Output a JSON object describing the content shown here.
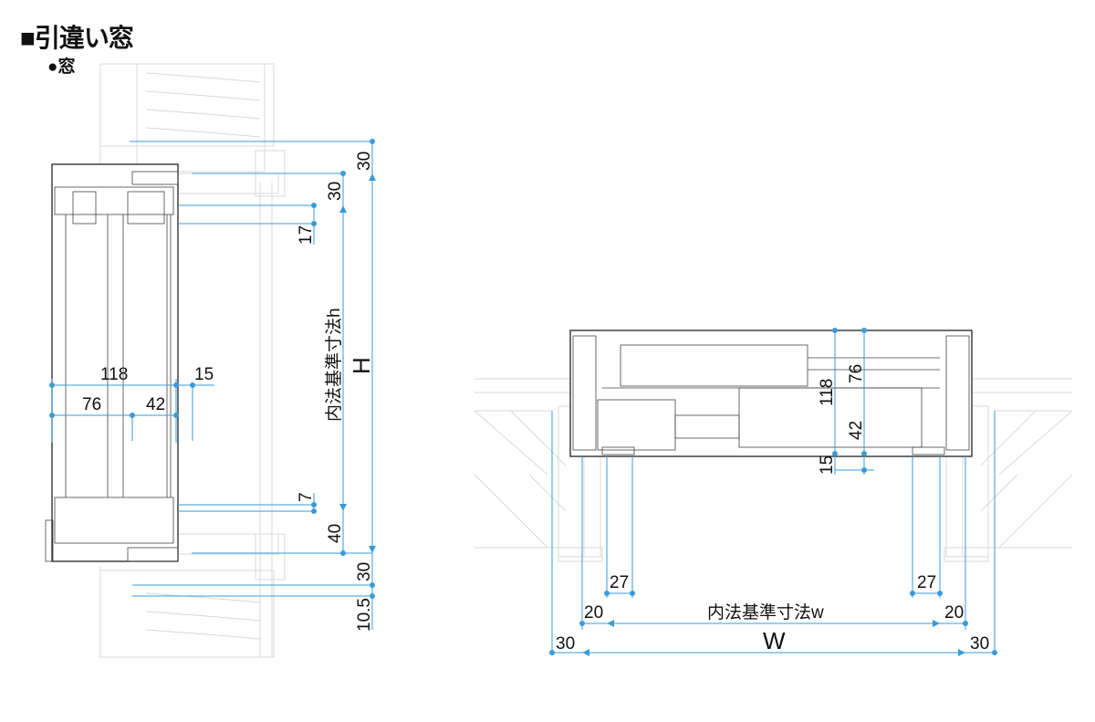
{
  "header": {
    "title": "■引違い窓",
    "subtitle": "●窓"
  },
  "vertical_section": {
    "dims_top": [
      "30",
      "30",
      "17"
    ],
    "inner_height_label": "内法基準寸法h",
    "height_label": "H",
    "dims_bottom": [
      "7",
      "40",
      "30",
      "10.5"
    ],
    "frame_depth": "118",
    "right_gap": "15",
    "sash_a": "76",
    "sash_b": "42"
  },
  "horizontal_section": {
    "frame_depth": "118",
    "sash_a": "76",
    "sash_b": "42",
    "gap": "15",
    "left_27": "27",
    "right_27": "27",
    "left_20": "20",
    "right_20": "20",
    "inner_width_label": "内法基準寸法w",
    "width_label": "W",
    "left_30": "30",
    "right_30": "30"
  },
  "colors": {
    "dimension": "#3a9bd5",
    "frame": "#222222",
    "wall": "#d8d8d8"
  }
}
